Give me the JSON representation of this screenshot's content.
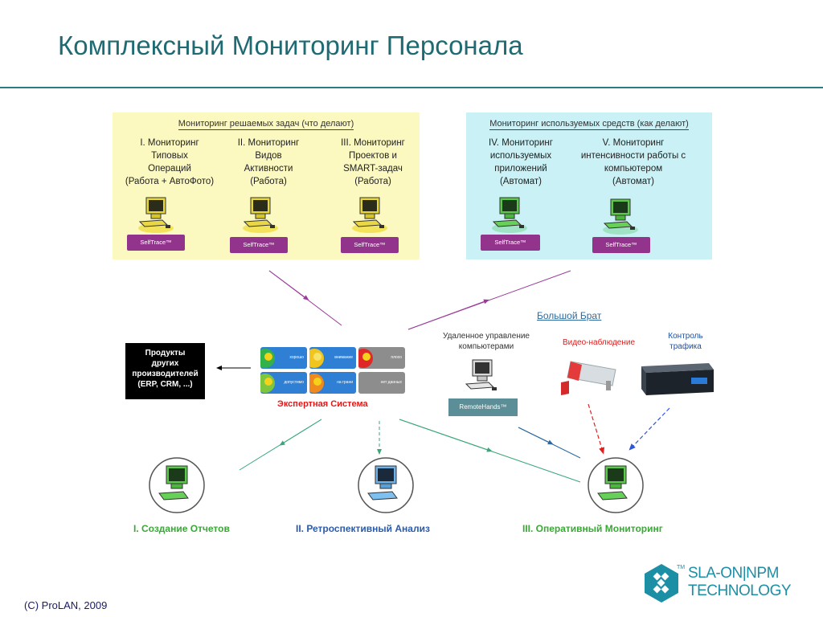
{
  "title": "Комплексный Мониторинг Персонала",
  "tasks_panel": {
    "heading": "Мониторинг решаемых задач (что делают)",
    "columns": [
      {
        "lines": [
          "I. Мониторинг",
          "Типовых",
          "Операций",
          "(Работа + АвтоФото)"
        ],
        "badge": "SelfTrace™"
      },
      {
        "lines": [
          "II. Мониторинг",
          "Видов",
          "Активности",
          "(Работа)"
        ],
        "badge": "SelfTrace™"
      },
      {
        "lines": [
          "III. Мониторинг",
          "Проектов и",
          "SMART-задач",
          "(Работа)"
        ],
        "badge": "SelfTrace™"
      }
    ]
  },
  "tools_panel": {
    "heading": "Мониторинг используемых средств (как делают)",
    "columns": [
      {
        "lines": [
          "IV. Мониторинг",
          "используемых",
          "приложений",
          "(Автомат)"
        ],
        "badge": "SelfTrace™"
      },
      {
        "lines": [
          "V. Мониторинг",
          "интенсивности работы с",
          "компьютером",
          "(Автомат)"
        ],
        "badge": "SelfTrace™"
      }
    ]
  },
  "products_box": {
    "lines": [
      "Продукты",
      "других",
      "производителей",
      "(ERP, CRM, ...)"
    ]
  },
  "expert_system": {
    "title": "Экспертная Система",
    "cells": [
      "хорошо",
      "внимание",
      "плохо",
      "допустимо",
      "на грани",
      "нет данных"
    ]
  },
  "big_brother": {
    "title": "Большой Брат",
    "remote": {
      "lines": [
        "Удаленное управление",
        "компьютерами"
      ],
      "badge": "RemoteHands™"
    },
    "video": "Видео-наблюдение",
    "traffic": {
      "lines": [
        "Контроль",
        "трафика"
      ]
    }
  },
  "outputs": [
    {
      "label": "I. Создание Отчетов",
      "color": "#3aa836"
    },
    {
      "label": "II. Ретроспективный Анализ",
      "color": "#2b5aa8"
    },
    {
      "label": "III. Оперативный Мониторинг",
      "color": "#3aa836"
    }
  ],
  "footer": "(C) ProLAN, 2009",
  "logo": {
    "line1": "SLA-ON|NPM",
    "line2": "TECHNOLOGY",
    "tm": "TM"
  }
}
